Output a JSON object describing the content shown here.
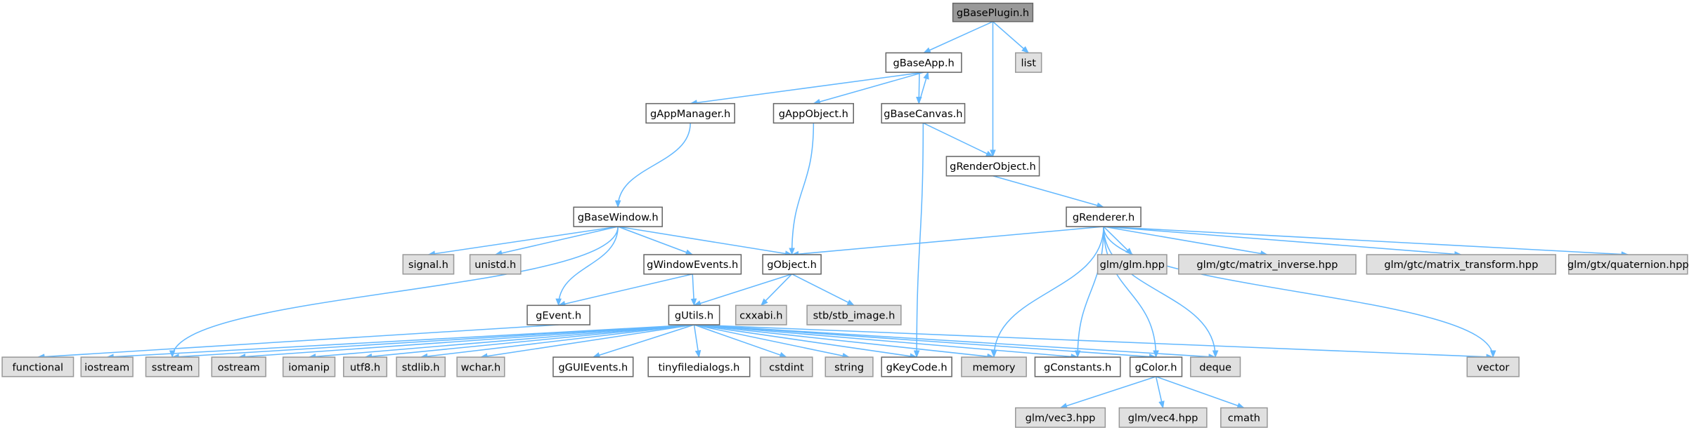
{
  "colors": {
    "edge": "#63b8ff",
    "root_fill": "#999999",
    "node_fill": "#ffffff",
    "node_border": "#666666",
    "external_fill": "#e0e0e0",
    "external_border": "#999999"
  },
  "nodes": [
    {
      "id": "gBasePlugin",
      "label": "gBasePlugin.h",
      "kind": "root"
    },
    {
      "id": "gBaseApp",
      "label": "gBaseApp.h",
      "kind": "local"
    },
    {
      "id": "list",
      "label": "list",
      "kind": "external"
    },
    {
      "id": "gAppManager",
      "label": "gAppManager.h",
      "kind": "local"
    },
    {
      "id": "gAppObject",
      "label": "gAppObject.h",
      "kind": "local"
    },
    {
      "id": "gBaseCanvas",
      "label": "gBaseCanvas.h",
      "kind": "local"
    },
    {
      "id": "gRenderObject",
      "label": "gRenderObject.h",
      "kind": "local"
    },
    {
      "id": "gBaseWindow",
      "label": "gBaseWindow.h",
      "kind": "local"
    },
    {
      "id": "gRenderer",
      "label": "gRenderer.h",
      "kind": "local"
    },
    {
      "id": "signal",
      "label": "signal.h",
      "kind": "external"
    },
    {
      "id": "unistd",
      "label": "unistd.h",
      "kind": "external"
    },
    {
      "id": "gWindowEvents",
      "label": "gWindowEvents.h",
      "kind": "local"
    },
    {
      "id": "gObject",
      "label": "gObject.h",
      "kind": "local"
    },
    {
      "id": "glm",
      "label": "glm/glm.hpp",
      "kind": "external"
    },
    {
      "id": "matinv",
      "label": "glm/gtc/matrix_inverse.hpp",
      "kind": "external"
    },
    {
      "id": "mattr",
      "label": "glm/gtc/matrix_transform.hpp",
      "kind": "external"
    },
    {
      "id": "quat",
      "label": "glm/gtx/quaternion.hpp",
      "kind": "external"
    },
    {
      "id": "gEvent",
      "label": "gEvent.h",
      "kind": "local"
    },
    {
      "id": "gUtils",
      "label": "gUtils.h",
      "kind": "local"
    },
    {
      "id": "cxxabi",
      "label": "cxxabi.h",
      "kind": "external"
    },
    {
      "id": "stbimage",
      "label": "stb/stb_image.h",
      "kind": "external"
    },
    {
      "id": "functional",
      "label": "functional",
      "kind": "external"
    },
    {
      "id": "iostream",
      "label": "iostream",
      "kind": "external"
    },
    {
      "id": "sstream",
      "label": "sstream",
      "kind": "external"
    },
    {
      "id": "ostream",
      "label": "ostream",
      "kind": "external"
    },
    {
      "id": "iomanip",
      "label": "iomanip",
      "kind": "external"
    },
    {
      "id": "utf8",
      "label": "utf8.h",
      "kind": "external"
    },
    {
      "id": "stdlib",
      "label": "stdlib.h",
      "kind": "external"
    },
    {
      "id": "wchar",
      "label": "wchar.h",
      "kind": "external"
    },
    {
      "id": "gGUIEvents",
      "label": "gGUIEvents.h",
      "kind": "local"
    },
    {
      "id": "tinyfd",
      "label": "tinyfiledialogs.h",
      "kind": "local"
    },
    {
      "id": "cstdint",
      "label": "cstdint",
      "kind": "external"
    },
    {
      "id": "string",
      "label": "string",
      "kind": "external"
    },
    {
      "id": "gKeyCode",
      "label": "gKeyCode.h",
      "kind": "local"
    },
    {
      "id": "memory",
      "label": "memory",
      "kind": "external"
    },
    {
      "id": "gConstants",
      "label": "gConstants.h",
      "kind": "local"
    },
    {
      "id": "gColor",
      "label": "gColor.h",
      "kind": "local"
    },
    {
      "id": "deque",
      "label": "deque",
      "kind": "external"
    },
    {
      "id": "vector",
      "label": "vector",
      "kind": "external"
    },
    {
      "id": "vec3",
      "label": "glm/vec3.hpp",
      "kind": "external"
    },
    {
      "id": "vec4",
      "label": "glm/vec4.hpp",
      "kind": "external"
    },
    {
      "id": "cmath",
      "label": "cmath",
      "kind": "external"
    }
  ],
  "edges": [
    [
      "gBasePlugin",
      "gBaseApp"
    ],
    [
      "gBasePlugin",
      "list"
    ],
    [
      "gBasePlugin",
      "gRenderObject"
    ],
    [
      "gBaseApp",
      "gAppManager"
    ],
    [
      "gBaseApp",
      "gAppObject"
    ],
    [
      "gBaseApp",
      "gBaseCanvas"
    ],
    [
      "gBaseCanvas",
      "gBaseApp"
    ],
    [
      "gBaseCanvas",
      "gRenderObject"
    ],
    [
      "gBaseCanvas",
      "gKeyCode"
    ],
    [
      "gAppManager",
      "gBaseWindow"
    ],
    [
      "gAppObject",
      "gObject"
    ],
    [
      "gRenderObject",
      "gRenderer"
    ],
    [
      "gBaseWindow",
      "signal"
    ],
    [
      "gBaseWindow",
      "unistd"
    ],
    [
      "gBaseWindow",
      "gEvent"
    ],
    [
      "gBaseWindow",
      "gWindowEvents"
    ],
    [
      "gBaseWindow",
      "gObject"
    ],
    [
      "gBaseWindow",
      "sstream"
    ],
    [
      "gRenderer",
      "gObject"
    ],
    [
      "gRenderer",
      "glm"
    ],
    [
      "gRenderer",
      "matinv"
    ],
    [
      "gRenderer",
      "mattr"
    ],
    [
      "gRenderer",
      "quat"
    ],
    [
      "gRenderer",
      "vector"
    ],
    [
      "gRenderer",
      "memory"
    ],
    [
      "gRenderer",
      "gConstants"
    ],
    [
      "gRenderer",
      "gColor"
    ],
    [
      "gRenderer",
      "deque"
    ],
    [
      "gWindowEvents",
      "gEvent"
    ],
    [
      "gWindowEvents",
      "gUtils"
    ],
    [
      "gObject",
      "gUtils"
    ],
    [
      "gObject",
      "cxxabi"
    ],
    [
      "gObject",
      "stbimage"
    ],
    [
      "gEvent",
      "functional"
    ],
    [
      "gUtils",
      "iostream"
    ],
    [
      "gUtils",
      "sstream"
    ],
    [
      "gUtils",
      "ostream"
    ],
    [
      "gUtils",
      "iomanip"
    ],
    [
      "gUtils",
      "utf8"
    ],
    [
      "gUtils",
      "stdlib"
    ],
    [
      "gUtils",
      "wchar"
    ],
    [
      "gUtils",
      "gGUIEvents"
    ],
    [
      "gUtils",
      "tinyfd"
    ],
    [
      "gUtils",
      "cstdint"
    ],
    [
      "gUtils",
      "string"
    ],
    [
      "gUtils",
      "gKeyCode"
    ],
    [
      "gUtils",
      "memory"
    ],
    [
      "gUtils",
      "gConstants"
    ],
    [
      "gUtils",
      "gColor"
    ],
    [
      "gUtils",
      "deque"
    ],
    [
      "gUtils",
      "vector"
    ],
    [
      "gColor",
      "vec3"
    ],
    [
      "gColor",
      "vec4"
    ],
    [
      "gColor",
      "cmath"
    ]
  ]
}
